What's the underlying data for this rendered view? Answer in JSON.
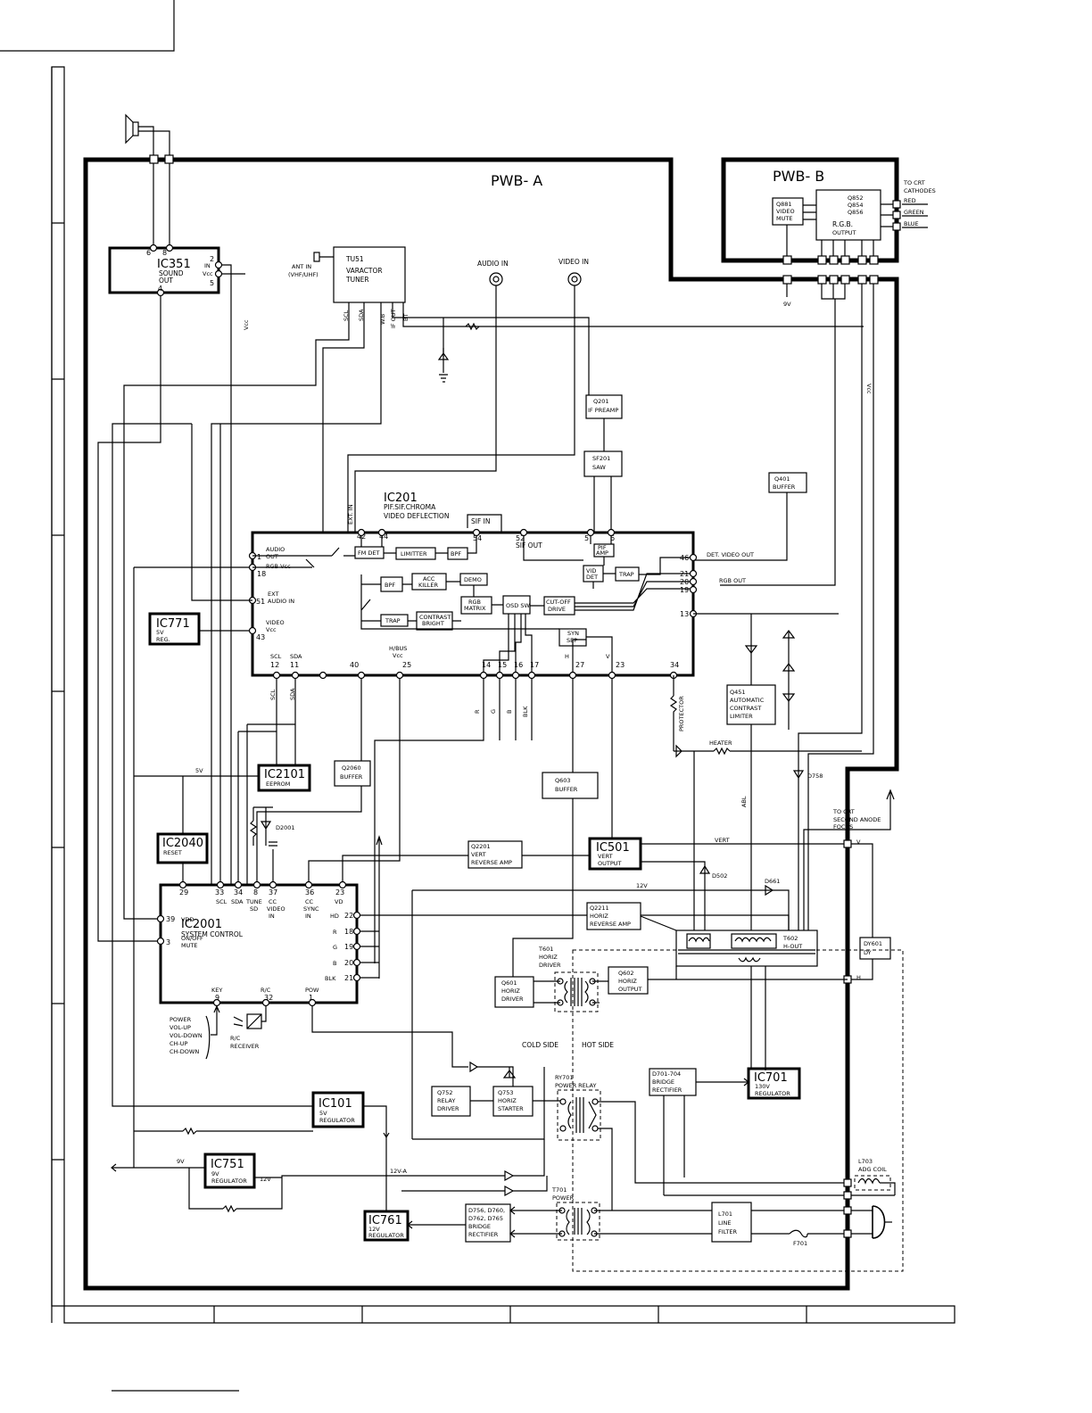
{
  "regions": {
    "a": "PWB- A",
    "b": "PWB- B"
  },
  "blocks": {
    "ic351": {
      "name": "IC351",
      "l1": "SOUND",
      "l2": "OUT"
    },
    "tu51": {
      "name": "TU51",
      "l1": "VARACTOR",
      "l2": "TUNER"
    },
    "q881": {
      "l1": "Q881",
      "l2": "VIDEO",
      "l3": "MUTE"
    },
    "q852": {
      "l1": "Q852",
      "l2": "Q854",
      "l3": "Q856",
      "l4": "R.G.B.",
      "l5": "OUTPUT"
    },
    "q201": {
      "l1": "Q201",
      "l2": "IF PREAMP"
    },
    "sf201": {
      "l1": "SF201",
      "l2": "SAW"
    },
    "q401": {
      "l1": "Q401",
      "l2": "BUFFER"
    },
    "ic201": {
      "name": "IC201",
      "l1": "PIF.SIF.CHROMA",
      "l2": "VIDEO DEFLECTION"
    },
    "ic771": {
      "name": "IC771",
      "l1": "5V",
      "l2": "REG."
    },
    "q451": {
      "l1": "Q451",
      "l2": "AUTOMATIC",
      "l3": "CONTRAST",
      "l4": "LIMITER"
    },
    "ic2101": {
      "name": "IC2101",
      "l1": "EEPROM"
    },
    "q2060": {
      "l1": "Q2060",
      "l2": "BUFFER"
    },
    "q603": {
      "l1": "Q603",
      "l2": "BUFFER"
    },
    "ic2040": {
      "name": "IC2040",
      "l1": "RESET"
    },
    "q2201": {
      "l1": "Q2201",
      "l2": "VERT",
      "l3": "REVERSE AMP"
    },
    "ic501": {
      "name": "IC501",
      "l1": "VERT",
      "l2": "OUTPUT"
    },
    "ic2001": {
      "name": "IC2001",
      "l1": "SYSTEM CONTROL"
    },
    "q2211": {
      "l1": "Q2211",
      "l2": "HORIZ",
      "l3": "REVERSE AMP"
    },
    "t602": {
      "l1": "T602",
      "l2": "H-OUT"
    },
    "dy601": {
      "l1": "DY601",
      "l2": "DY"
    },
    "q601": {
      "l1": "Q601",
      "l2": "HORIZ",
      "l3": "DRIVER"
    },
    "q602": {
      "l1": "Q602",
      "l2": "HORIZ",
      "l3": "OUTPUT"
    },
    "d701": {
      "l1": "D701-704",
      "l2": "BRIDGE",
      "l3": "RECTIFIER"
    },
    "ic701": {
      "name": "IC701",
      "l1": "130V",
      "l2": "REGULATOR"
    },
    "q752": {
      "l1": "Q752",
      "l2": "RELAY",
      "l3": "DRIVER"
    },
    "q753": {
      "l1": "Q753",
      "l2": "HORIZ",
      "l3": "STARTER"
    },
    "ic101": {
      "name": "IC101",
      "l1": "5V",
      "l2": "REGULATOR"
    },
    "ic751": {
      "name": "IC751",
      "l1": "9V",
      "l2": "REGULATOR"
    },
    "ic761": {
      "name": "IC761",
      "l1": "12V",
      "l2": "REGULATOR"
    },
    "d756": {
      "l1": "D756, D760,",
      "l2": "D762, D765",
      "l3": "BRIDGE",
      "l4": "RECTIFIER"
    },
    "l701": {
      "l1": "L701",
      "l2": "LINE",
      "l3": "FILTER"
    },
    "inner": {
      "fmdet": "FM DET",
      "limitter": "LIMITTER",
      "bpf1": "BPF",
      "bpf2": "BPF",
      "acc1": "ACC",
      "acc2": "KILLER",
      "demo": "DEMO",
      "rgb1": "RGB",
      "rgb2": "MATRIX",
      "osd": "OSD SW",
      "cut1": "CUT-OFF",
      "cut2": "DRIVE",
      "trap1": "TRAP",
      "con1": "CONTRAST",
      "con2": "BRIGHT",
      "syn1": "SYN",
      "syn2": "SEP",
      "pif1": "PIF",
      "pif2": "AMP",
      "vid1": "VID",
      "vid2": "DET",
      "trap2": "TRAP"
    }
  },
  "labels": {
    "ant1": "ANT IN",
    "ant2": "(VHF/UHF)",
    "audio_in": "AUDIO IN",
    "video_in": "VIDEO IN",
    "to_crt1": "TO CRT",
    "to_crt2": "CATHODES",
    "red": "RED",
    "green": "GREEN",
    "blue": "BLUE",
    "nine_v_b": "9V",
    "vcc_ic351": "Vcc",
    "in": "IN",
    "vcc_in": "Vcc",
    "scl_tu": "SCL",
    "sda_tu": "SDA",
    "wb": "W.B",
    "ifout": "IF OUT",
    "bt": "BT",
    "ext_in": "EXT. IN",
    "sif_in": "SIF IN",
    "sif_out": "SIF OUT",
    "audio_out1": "AUDIO",
    "audio_out2": "OUT",
    "rgb_vcc": "RGB Vcc",
    "ext1": "EXT",
    "ext2": "AUDIO IN",
    "video_vcc1": "VIDEO",
    "video_vcc2": "Vcc",
    "det_video_out": "DET. VIDEO OUT",
    "rgb_out": "RGB OUT",
    "scl_ic": "SCL",
    "sda_ic": "SDA",
    "hbus1": "H/BUS",
    "hbus2": "Vcc",
    "h": "H",
    "v": "V",
    "scl_w": "SCL",
    "sda_w": "SDA",
    "r": "R",
    "g": "G",
    "b": "B",
    "blk": "BLK",
    "protector": "PROTECTOR",
    "heater": "HEATER",
    "abl": "ABL",
    "d758": "D758",
    "five_v": "5V",
    "d2001": "D2001",
    "crt2a": "TO CRT",
    "crt2b": "SECOND ANODE",
    "crt2c": "FOCUS",
    "vert": "VERT",
    "v_right": "V",
    "d502": "D502",
    "d661": "D661",
    "twelve_v": "12V",
    "h_right": "H",
    "scl2": "SCL",
    "sda2": "SDA",
    "tune": "TUNE",
    "sd": "SD",
    "cc1": "CC",
    "cc2": "VIDEO",
    "cc3": "IN",
    "ccs1": "CC",
    "ccs2": "SYNC",
    "ccs3": "IN",
    "vd": "VD",
    "vdd": "VDD",
    "onoff1": "ON/OFF",
    "onoff2": "MUTE",
    "hd": "HD",
    "rr": "R",
    "gg": "G",
    "bb": "B",
    "blk2": "BLK",
    "key": "KEY",
    "rc": "R/C",
    "pow": "POW",
    "keys1": "POWER",
    "keys2": "VOL-UP",
    "keys3": "VOL-DOWN",
    "keys4": "CH-UP",
    "keys5": "CH-DOWN",
    "rc_rx1": "R/C",
    "rc_rx2": "RECEIVER",
    "t601a": "T601",
    "t601b": "HORIZ",
    "t601c": "DRIVER",
    "cold": "COLD SIDE",
    "hot": "HOT SIDE",
    "ry701a": "RY701",
    "ry701b": "POWER RELAY",
    "nine_v": "9V",
    "twelve_v2": "12V",
    "twelve_va": "12V-A",
    "t701a": "T701",
    "t701b": "POWER",
    "l703a": "L703",
    "l703b": "ADG COIL",
    "f701": "F701"
  },
  "pins": {
    "ic351_6": "6",
    "ic351_8": "8",
    "ic351_2": "2",
    "ic351_5": "5",
    "ic351_4": "4",
    "p42": "42",
    "p44": "44",
    "p54": "54",
    "p52": "52",
    "p5": "5",
    "p6": "6",
    "p46": "46",
    "p21": "21",
    "p20": "20",
    "p19": "19",
    "p13": "13",
    "p1": "1",
    "p18": "18",
    "p51": "51",
    "p43": "43",
    "p12": "12",
    "p11": "11",
    "p40": "40",
    "p25": "25",
    "p14": "14",
    "p15": "15",
    "p16": "16",
    "p17": "17",
    "p27": "27",
    "p23": "23",
    "p34": "34",
    "s29": "29",
    "s33": "33",
    "s34": "34",
    "s8": "8",
    "s37": "37",
    "s36": "36",
    "s23": "23",
    "s39": "39",
    "s3": "3",
    "s22": "22",
    "s18": "18",
    "s19": "19",
    "s20": "20",
    "s21": "21",
    "s9": "9",
    "s32": "32",
    "s1": "1"
  }
}
